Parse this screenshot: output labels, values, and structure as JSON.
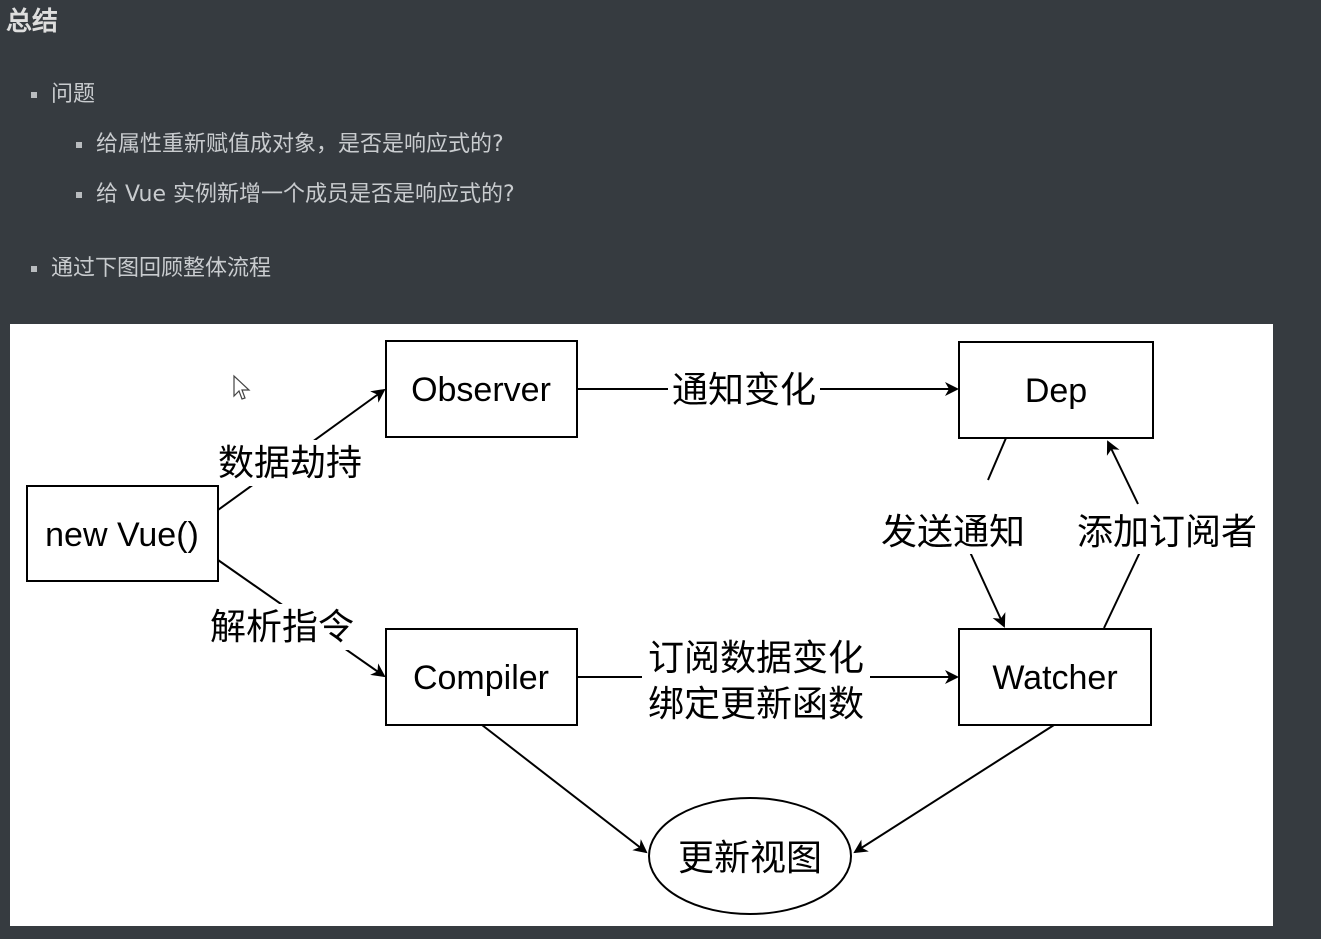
{
  "page": {
    "title": "总结",
    "bullets": [
      {
        "level": 1,
        "text": "问题"
      },
      {
        "level": 2,
        "text": "给属性重新赋值成对象，是否是响应式的?"
      },
      {
        "level": 2,
        "text": "给 Vue 实例新增一个成员是否是响应式的?"
      },
      {
        "level": 1,
        "text": "通过下图回顾整体流程"
      }
    ]
  },
  "diagram": {
    "nodes": {
      "new_vue": "new Vue()",
      "observer": "Observer",
      "dep": "Dep",
      "compiler": "Compiler",
      "watcher": "Watcher",
      "update_view": "更新视图"
    },
    "edges": {
      "data_hijack": "数据劫持",
      "parse_directive": "解析指令",
      "notify_change": "通知变化",
      "send_notify": "发送通知",
      "add_subscriber": "添加订阅者",
      "subscribe_line1": "订阅数据变化",
      "subscribe_line2": "绑定更新函数"
    }
  }
}
